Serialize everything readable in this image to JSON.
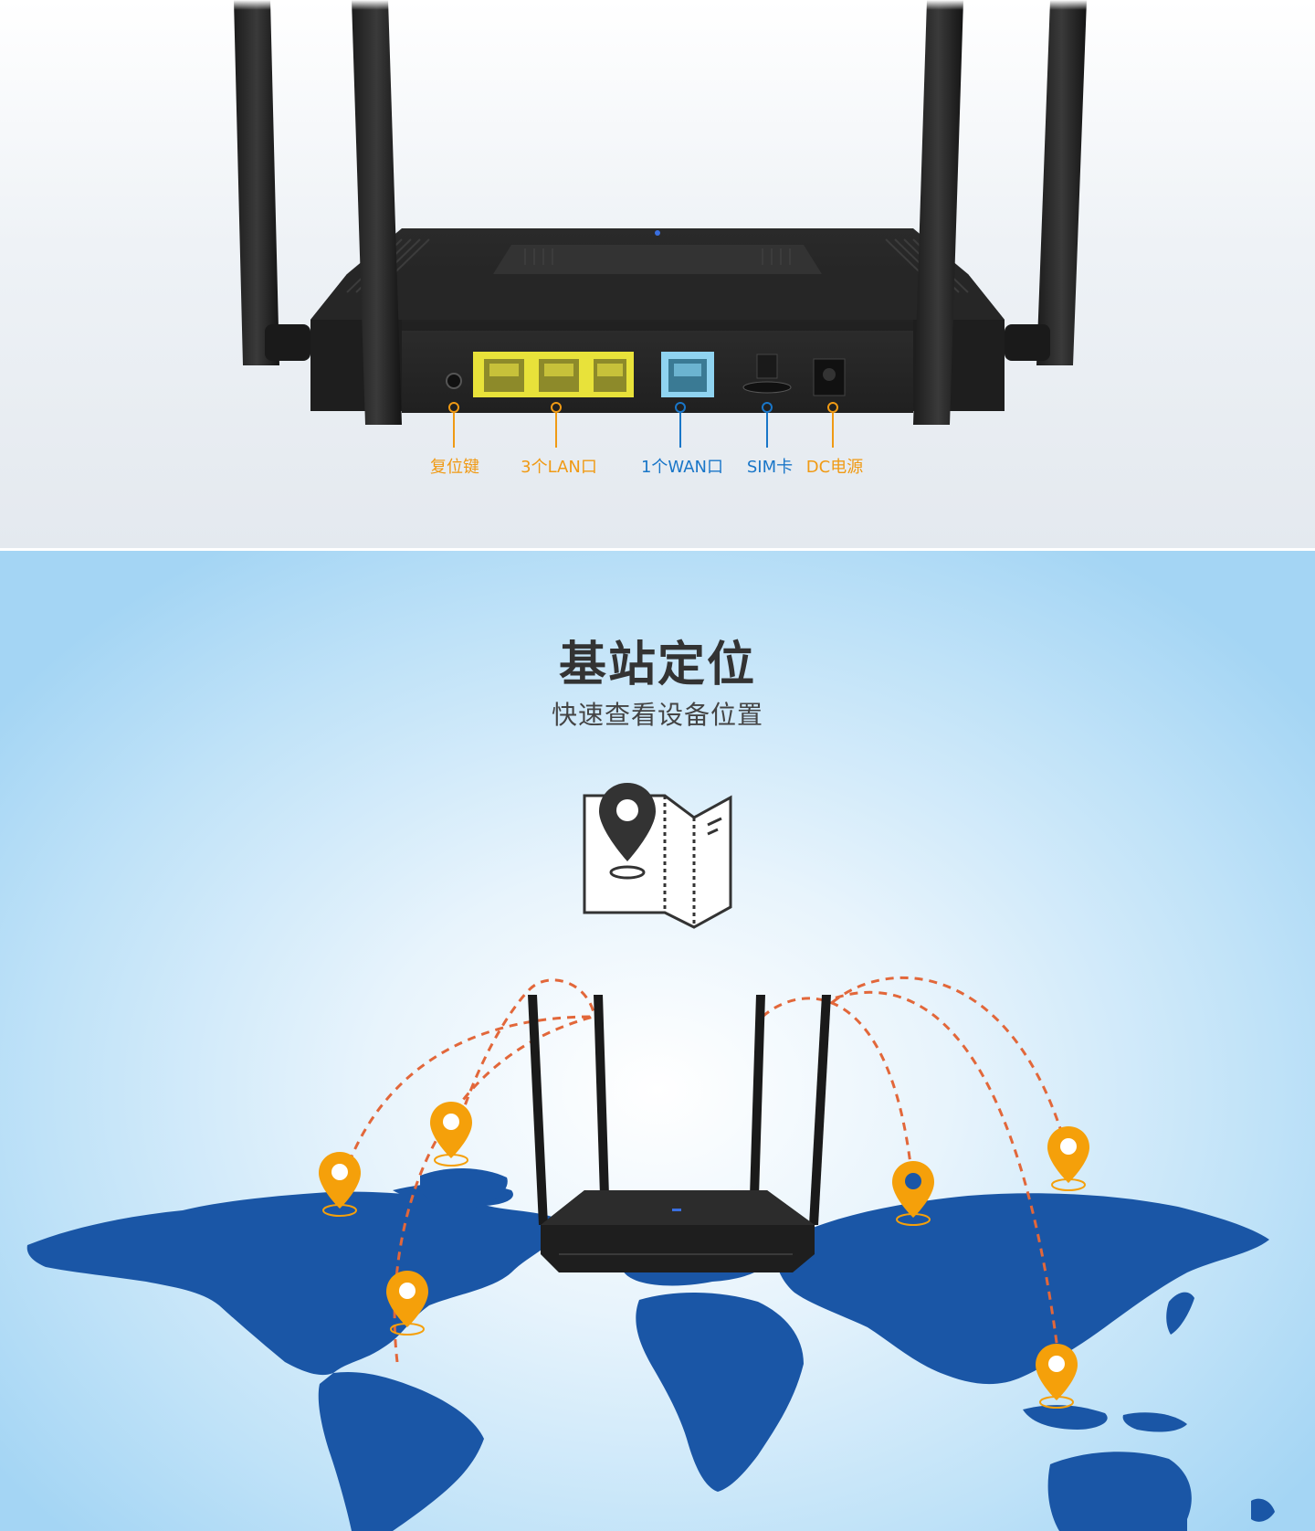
{
  "ports": [
    {
      "label": "复位键",
      "color": "#f09a14"
    },
    {
      "label": "3个LAN口",
      "color": "#f09a14"
    },
    {
      "label": "1个WAN口",
      "color": "#1976c8"
    },
    {
      "label": "SIM卡",
      "color": "#1976c8"
    },
    {
      "label": "DC电源",
      "color": "#f09a14"
    }
  ],
  "section": {
    "title": "基站定位",
    "subtitle": "快速查看设备位置"
  },
  "icons": {
    "map": "map-location-icon",
    "pin": "location-pin-icon"
  },
  "colors": {
    "lan_yellow": "#e8e23a",
    "wan_blue": "#8fd3f0",
    "map_blue": "#1a56a6",
    "pin_orange": "#f5a00a",
    "route_line": "#e2673a"
  }
}
